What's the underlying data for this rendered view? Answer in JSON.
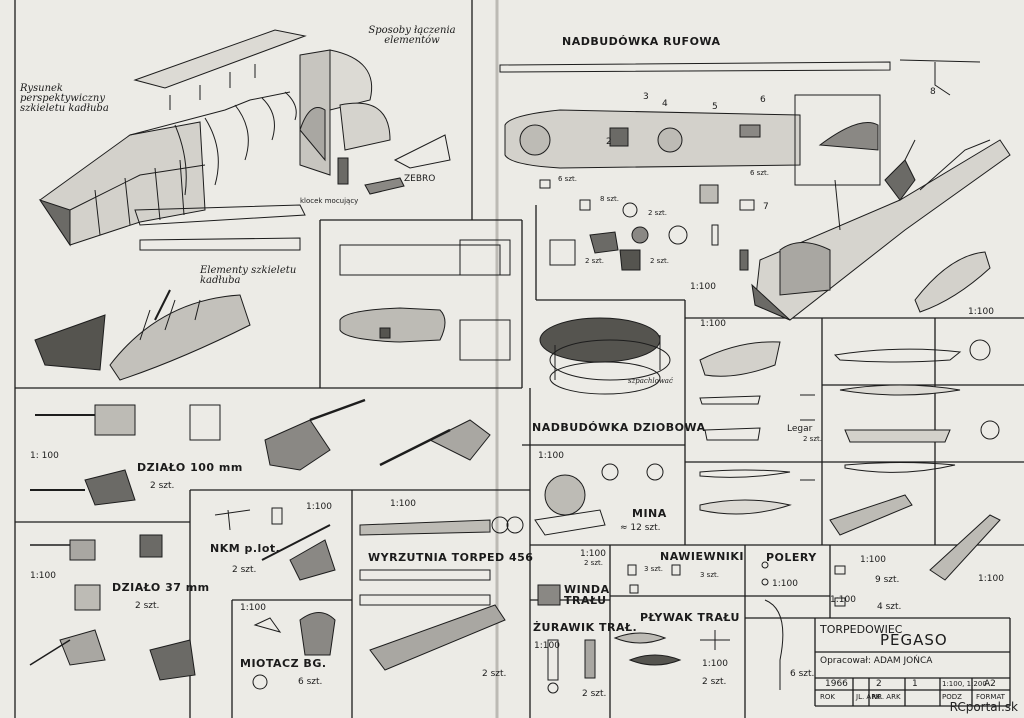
{
  "document": {
    "hull_skeleton_title": "Rysunek perspektywiczny szkieletu kadłuba",
    "joining_methods_title": "Sposoby łączenia elementów",
    "zebro_label": "ZEBRO",
    "klocek_label": "klocek mocujący",
    "skeleton_elements_title": "Elementy szkieletu kadłuba",
    "aft_superstructure_title": "NADBUDÓWKA RUFOWA",
    "forward_superstructure_title": "NADBUDÓWKA DZIOBOWA",
    "szpachlowac_label": "szpachlować",
    "gun_100_title": "DZIAŁO 100 mm",
    "gun_37_title": "DZIAŁO 37 mm",
    "nkm_title": "NKM p.lot.",
    "torpedo_title": "WYRZUTNIA TORPED 456",
    "depth_charge_title": "MIOTACZ BG.",
    "mine_title": "MINA",
    "winch_title": "WINDA TRAŁU",
    "crane_title": "ŻURAWIK TRAŁ.",
    "vents_title": "NAWIEWNIKI",
    "bollards_title": "POLERY",
    "float_title": "PŁYWAK TRAŁU",
    "legar_label": "Legar",
    "ship_type": "TORPEDOWIEC",
    "ship_name": "PEGASO",
    "prepared_by": "Opracował: ADAM JOŃCA",
    "site_watermark": "RCportal.sk"
  },
  "part_numbers": [
    "2",
    "3",
    "4",
    "5",
    "6",
    "7",
    "8",
    "6",
    "6",
    "8",
    "9",
    "7"
  ],
  "scales": {
    "s1_100": "1:100",
    "s1_100_spaced": "1: 100",
    "s1_100b": "1:100"
  },
  "quantities": {
    "gun_100": "2 szt.",
    "gun_37": "2 szt.",
    "nkm": "2 szt.",
    "torpedo": "2 szt.",
    "depth_charge": "6 szt.",
    "mine": "≈ 12 szt.",
    "winch": "2 szt.",
    "crane": "2 szt.",
    "vents_a": "3 szt.",
    "vents_b": "3 szt.",
    "float": "2 szt.",
    "hook": "6 szt.",
    "bollard_a": "9 szt.",
    "bollard_b": "4 szt.",
    "aft_6szt": "6 szt.",
    "aft_8szt": "8 szt.",
    "aft_2szt_a": "2 szt.",
    "aft_2szt_b": "2 szt.",
    "aft_2szt_c": "2 szt.",
    "aft_6szt_b": "6 szt.",
    "legar_qty": "2 szt."
  },
  "title_block": {
    "values": [
      "1966",
      "2",
      "1",
      "1:100, 1:200",
      "A2"
    ],
    "headers": [
      "ROK",
      "JL. ARK",
      "NR. ARK",
      "PODZ",
      "FORMAT"
    ]
  },
  "colors": {
    "paper": "#ecebe6",
    "ink": "#1d1d1d",
    "fill": "#bdbbb5",
    "dark": "#6b6a66"
  }
}
